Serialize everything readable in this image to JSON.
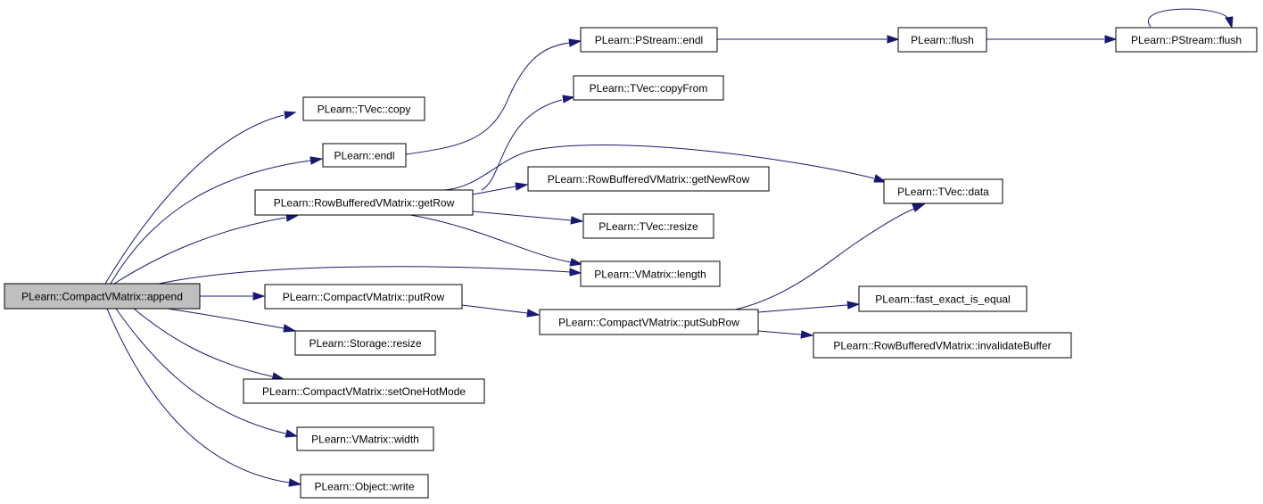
{
  "graph": {
    "colors": {
      "edge": "#191970",
      "root_fill": "#bfbfbf",
      "node_fill": "#ffffff",
      "border": "#000000"
    },
    "nodes": {
      "append": "PLearn::CompactVMatrix::append",
      "copy": "PLearn::TVec::copy",
      "endl": "PLearn::endl",
      "getRow": "PLearn::RowBufferedVMatrix::getRow",
      "putRow": "PLearn::CompactVMatrix::putRow",
      "storageResize": "PLearn::Storage::resize",
      "setOneHotMode": "PLearn::CompactVMatrix::setOneHotMode",
      "width": "PLearn::VMatrix::width",
      "write": "PLearn::Object::write",
      "pstreamEndl": "PLearn::PStream::endl",
      "copyFrom": "PLearn::TVec::copyFrom",
      "getNewRow": "PLearn::RowBufferedVMatrix::getNewRow",
      "tvecResize": "PLearn::TVec::resize",
      "length": "PLearn::VMatrix::length",
      "putSubRow": "PLearn::CompactVMatrix::putSubRow",
      "flush": "PLearn::flush",
      "pstreamFlush": "PLearn::PStream::flush",
      "data": "PLearn::TVec::data",
      "fastExact": "PLearn::fast_exact_is_equal",
      "invalidateBuffer": "PLearn::RowBufferedVMatrix::invalidateBuffer"
    },
    "edges": [
      [
        "append",
        "copy"
      ],
      [
        "append",
        "endl"
      ],
      [
        "append",
        "getRow"
      ],
      [
        "append",
        "length"
      ],
      [
        "append",
        "putRow"
      ],
      [
        "append",
        "storageResize"
      ],
      [
        "append",
        "setOneHotMode"
      ],
      [
        "append",
        "width"
      ],
      [
        "append",
        "write"
      ],
      [
        "endl",
        "pstreamEndl"
      ],
      [
        "pstreamEndl",
        "flush"
      ],
      [
        "flush",
        "pstreamFlush"
      ],
      [
        "pstreamFlush",
        "pstreamFlush"
      ],
      [
        "getRow",
        "copyFrom"
      ],
      [
        "getRow",
        "data"
      ],
      [
        "getRow",
        "getNewRow"
      ],
      [
        "getRow",
        "tvecResize"
      ],
      [
        "getRow",
        "length"
      ],
      [
        "putRow",
        "putSubRow"
      ],
      [
        "putSubRow",
        "data"
      ],
      [
        "putSubRow",
        "fastExact"
      ],
      [
        "putSubRow",
        "invalidateBuffer"
      ]
    ]
  }
}
